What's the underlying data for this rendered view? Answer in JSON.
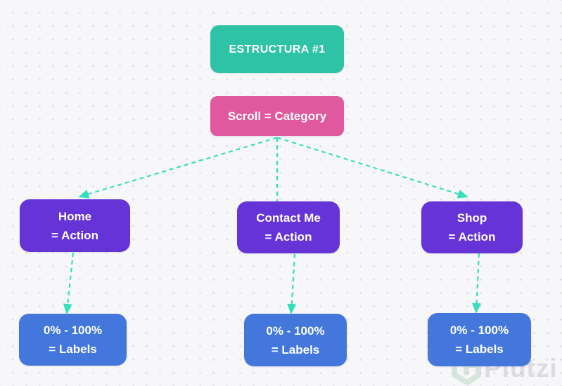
{
  "diagram": {
    "title_node": {
      "label": "ESTRUCTURA #1",
      "color": "#2ec3a7"
    },
    "category_node": {
      "label": "Scroll = Category",
      "color": "#e0589d"
    },
    "action_nodes": [
      {
        "line1": "Home",
        "line2": "= Action"
      },
      {
        "line1": "Contact Me",
        "line2": "= Action"
      },
      {
        "line1": "Shop",
        "line2": "= Action"
      }
    ],
    "label_nodes": [
      {
        "line1": "0% - 100%",
        "line2": "= Labels"
      },
      {
        "line1": "0% - 100%",
        "line2": "= Labels"
      },
      {
        "line1": "0% - 100%",
        "line2": "= Labels"
      }
    ],
    "colors": {
      "action_node": "#6633d6",
      "label_node": "#4377db",
      "edge": "#36debb",
      "background": "#f7f7f9",
      "dot_grid": "#dededf"
    },
    "edges": [
      {
        "from": "category",
        "to": "home"
      },
      {
        "from": "category",
        "to": "contact"
      },
      {
        "from": "category",
        "to": "shop"
      },
      {
        "from": "home",
        "to": "labels-left"
      },
      {
        "from": "contact",
        "to": "labels-mid"
      },
      {
        "from": "shop",
        "to": "labels-right"
      }
    ]
  },
  "watermark": {
    "text": "Plutzi"
  }
}
